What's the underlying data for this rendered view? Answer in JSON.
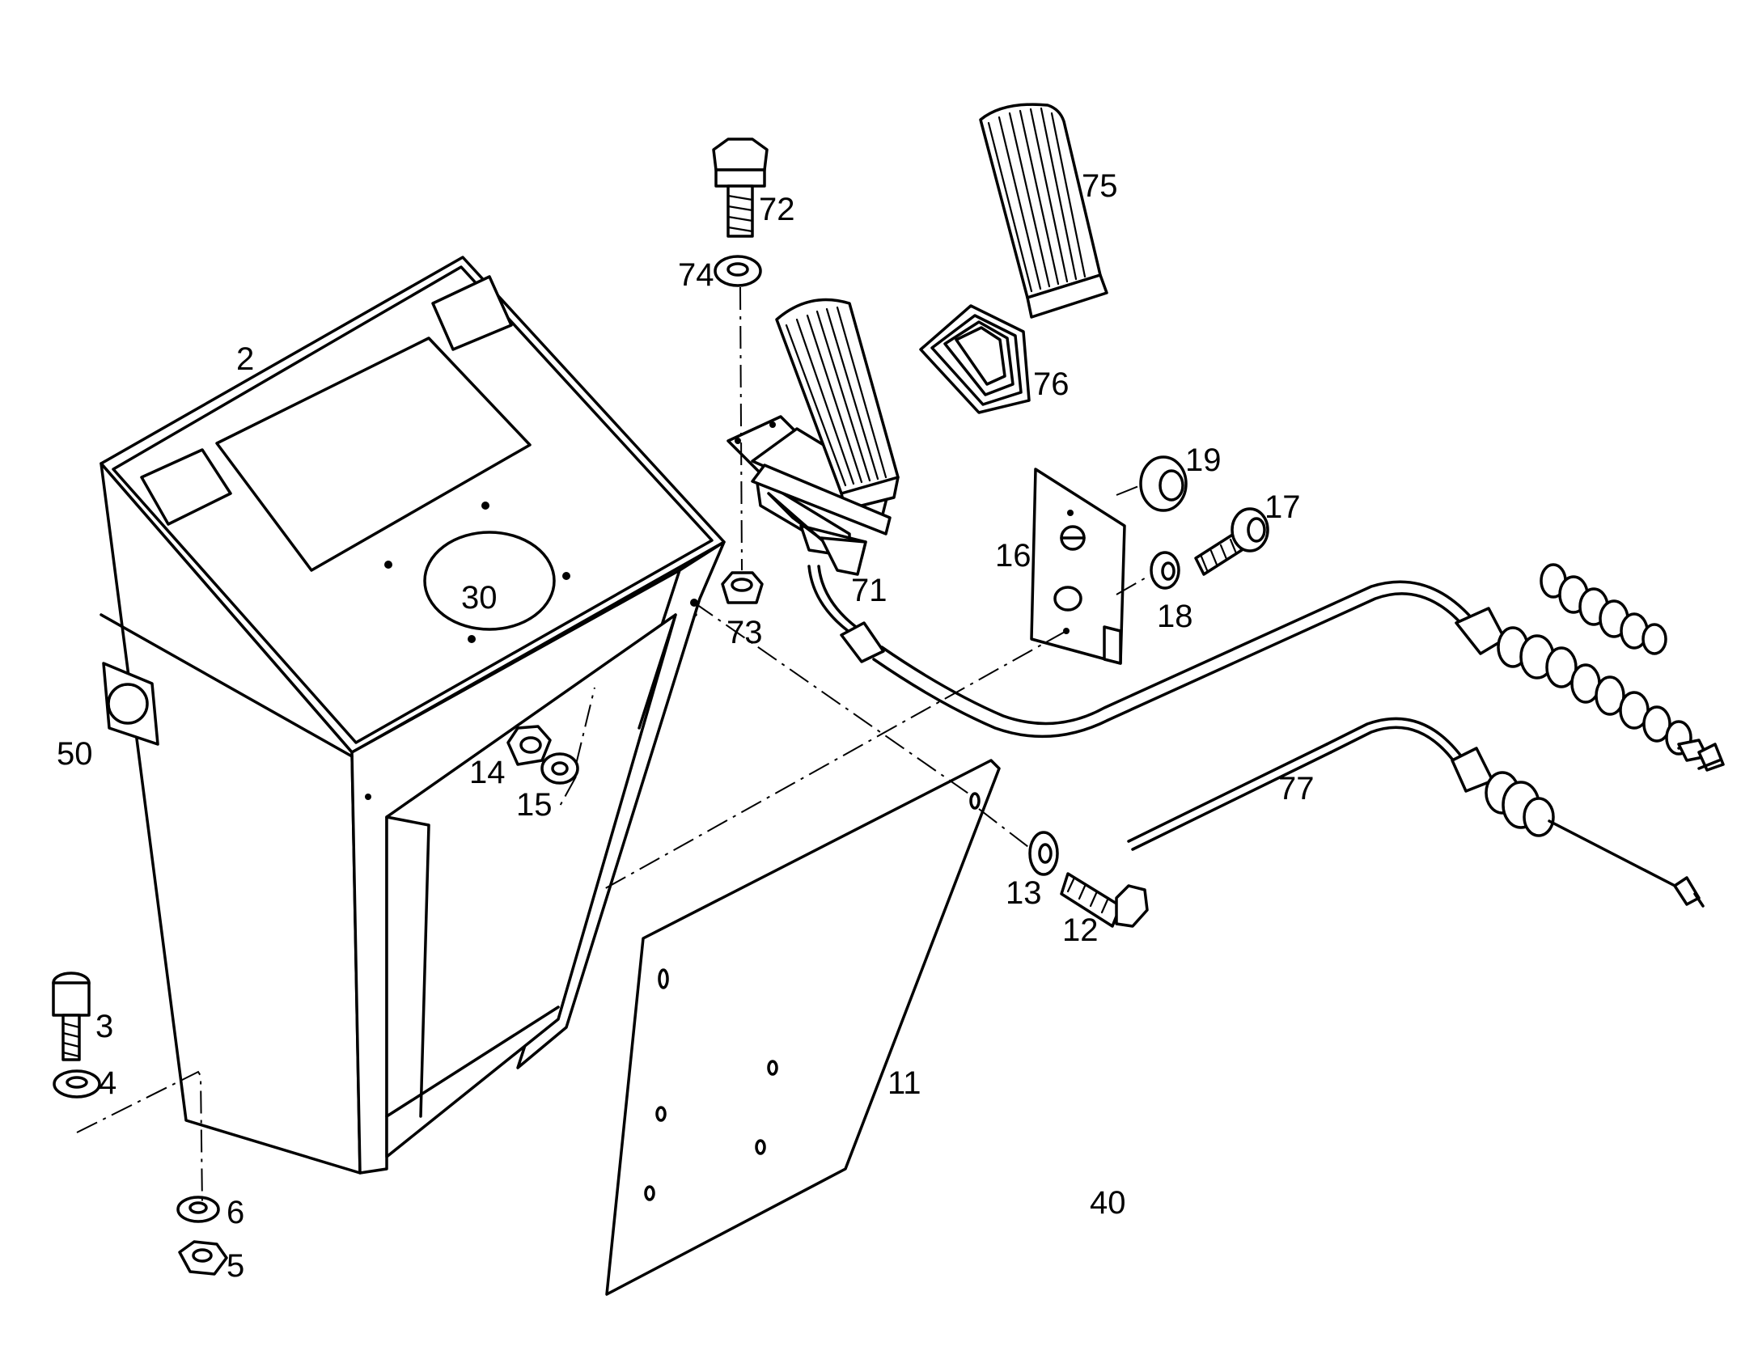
{
  "diagram": {
    "part_labels": [
      "2",
      "3",
      "4",
      "5",
      "6",
      "11",
      "12",
      "13",
      "14",
      "15",
      "16",
      "17",
      "18",
      "19",
      "30",
      "40",
      "50",
      "71",
      "72",
      "73",
      "74",
      "75",
      "76",
      "77"
    ]
  }
}
